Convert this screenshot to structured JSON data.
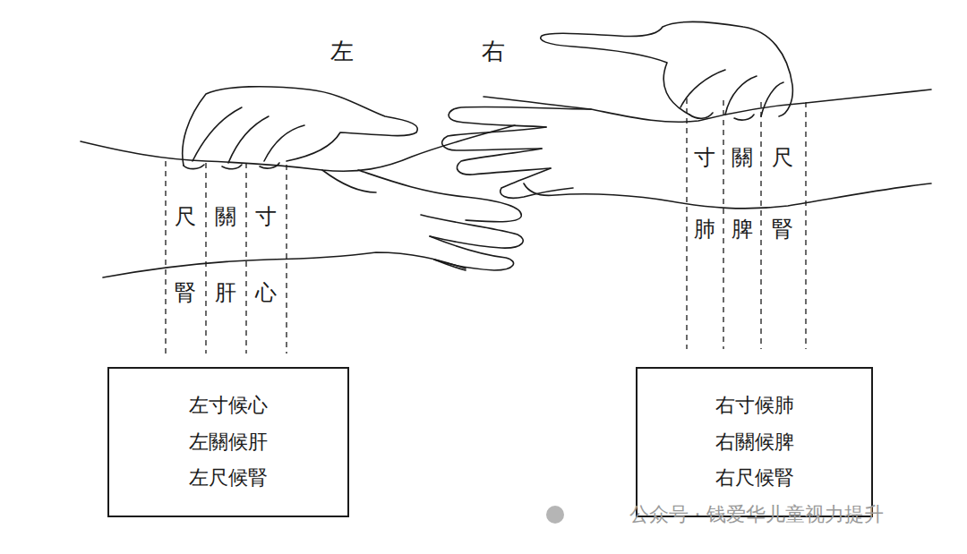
{
  "diagram": {
    "nodes": [
      {
        "text": [
          "左寸候心",
          "左關候肝",
          "左尺候腎"
        ]
      },
      {
        "text": [
          "右寸候肺",
          "右關候脾",
          "右尺候腎"
        ]
      }
    ],
    "labels": [
      "左",
      "右",
      "尺",
      "關",
      "寸",
      "腎",
      "肝",
      "心",
      "寸",
      "關",
      "尺",
      "肺",
      "脾",
      "腎",
      "公众号 · 钱爱华儿童视力提升"
    ]
  }
}
